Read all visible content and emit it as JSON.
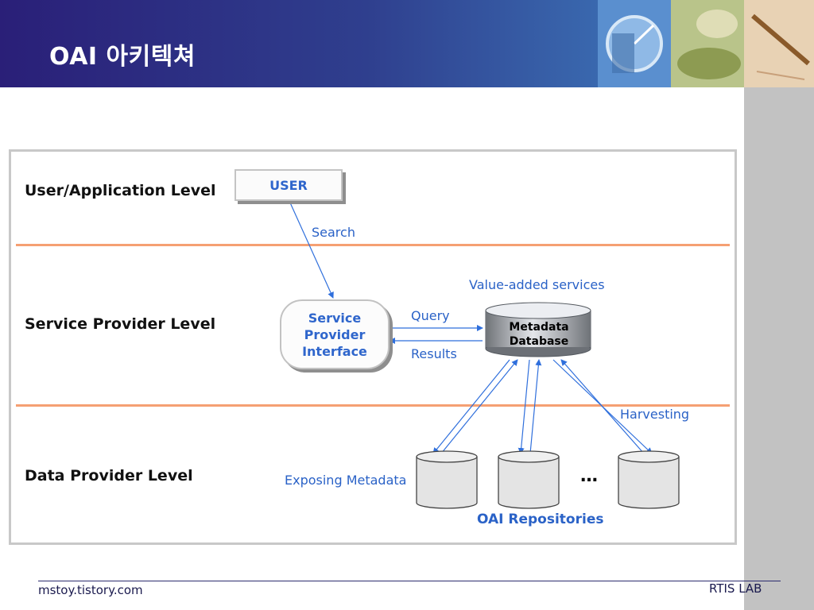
{
  "slide": {
    "title": "OAI 아키텍쳐"
  },
  "diagram": {
    "levels": {
      "user": "User/Application Level",
      "service": "Service Provider Level",
      "data": "Data Provider Level"
    },
    "user_box": "USER",
    "search_label": "Search",
    "spi_box": "Service\nProvider\nInterface",
    "value_added_label": "Value-added services",
    "query_label": "Query",
    "results_label": "Results",
    "database_label": "Metadata\nDatabase",
    "harvesting_label": "Harvesting",
    "exposing_label": "Exposing Metadata",
    "ellipsis": "…",
    "repositories_label": "OAI Repositories"
  },
  "footer": {
    "left": "mstoy.tistory.com",
    "right": "RTIS LAB"
  },
  "colors": {
    "header_dark": "#2a1f78",
    "header_light": "#4f84c2",
    "divider": "#f5a073",
    "diagram_blue": "#2a62c7",
    "arrow_blue": "#2f6fdc",
    "side_band": "#c2c2c2"
  }
}
